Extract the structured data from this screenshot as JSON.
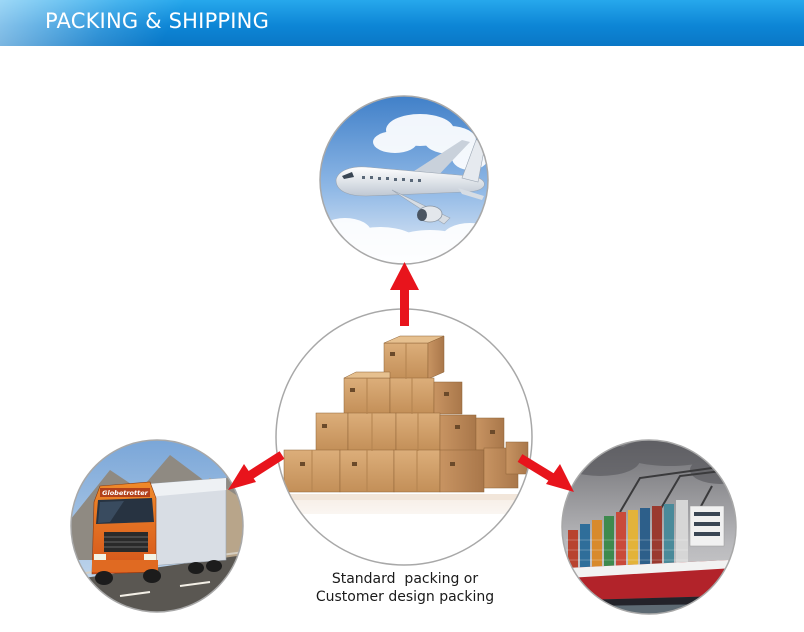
{
  "header": {
    "title": "PACKING & SHIPPING",
    "color": "#0d86d6"
  },
  "center": {
    "caption_line1": "Standard  packing or",
    "caption_line2": "Customer design packing"
  },
  "images": {
    "air": "airplane-photo",
    "center": "cardboard-boxes-photo",
    "road": "truck-photo",
    "sea": "container-ship-photo"
  },
  "arrow_color": "#e8141c",
  "truck_brand": "Globetrotter"
}
